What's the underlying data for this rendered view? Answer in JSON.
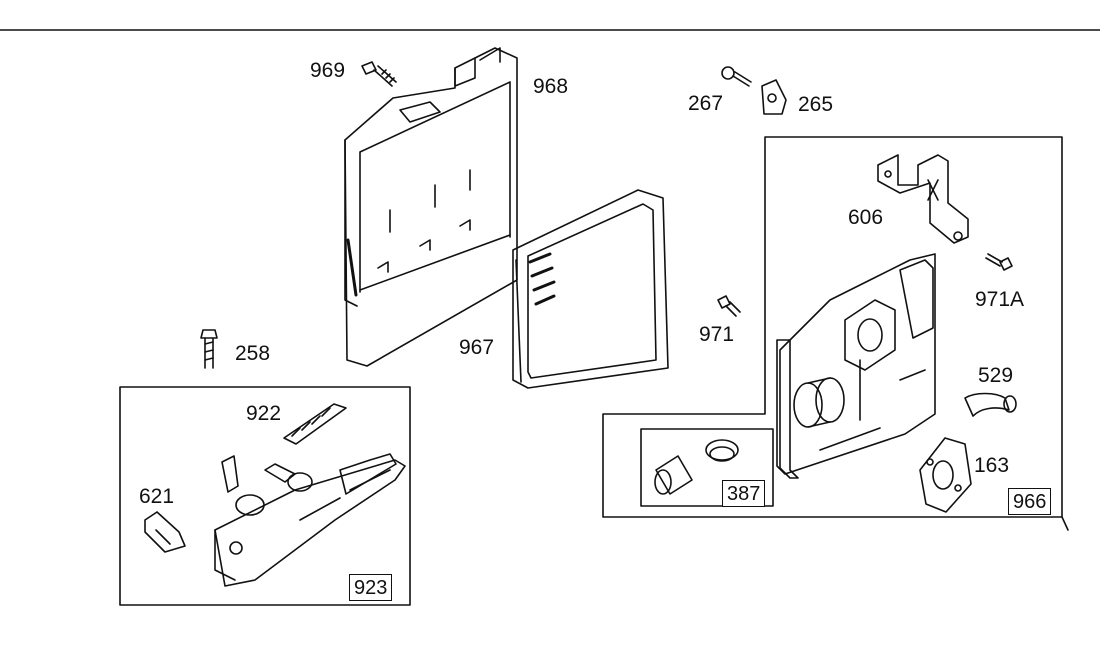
{
  "parts": [
    {
      "id": "p969",
      "number": "969"
    },
    {
      "id": "p968",
      "number": "968"
    },
    {
      "id": "p267",
      "number": "267"
    },
    {
      "id": "p265",
      "number": "265"
    },
    {
      "id": "p606",
      "number": "606"
    },
    {
      "id": "p971A",
      "number": "971A"
    },
    {
      "id": "p967",
      "number": "967"
    },
    {
      "id": "p971",
      "number": "971"
    },
    {
      "id": "p258",
      "number": "258"
    },
    {
      "id": "p529",
      "number": "529"
    },
    {
      "id": "p922",
      "number": "922"
    },
    {
      "id": "p163",
      "number": "163"
    },
    {
      "id": "p621",
      "number": "621"
    }
  ],
  "kits": [
    {
      "id": "k923",
      "number": "923"
    },
    {
      "id": "k966",
      "number": "966"
    },
    {
      "id": "k387",
      "number": "387"
    }
  ],
  "colors": {
    "line": "#111111",
    "background": "#ffffff"
  }
}
